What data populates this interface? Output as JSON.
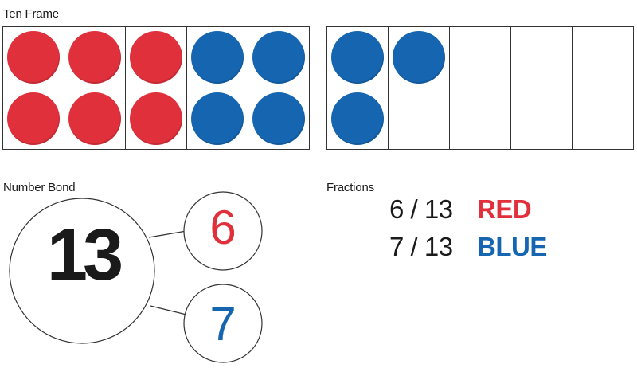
{
  "labels": {
    "ten_frame": "Ten Frame",
    "number_bond": "Number Bond",
    "fractions": "Fractions"
  },
  "colors": {
    "red": "#e0303b",
    "blue": "#1565b0",
    "ink": "#1a1a1a",
    "line": "#333333"
  },
  "ten_frames": [
    {
      "rows": [
        [
          "red",
          "red",
          "red",
          "blue",
          "blue"
        ],
        [
          "red",
          "red",
          "red",
          "blue",
          "blue"
        ]
      ]
    },
    {
      "rows": [
        [
          "blue",
          "blue",
          "",
          "",
          ""
        ],
        [
          "blue",
          "",
          "",
          "",
          ""
        ]
      ]
    }
  ],
  "number_bond": {
    "whole": "13",
    "parts": [
      "6",
      "7"
    ]
  },
  "fractions": [
    {
      "value": "6 / 13",
      "label": "RED",
      "color": "#e0303b"
    },
    {
      "value": "7 / 13",
      "label": "BLUE",
      "color": "#1565b0"
    }
  ]
}
